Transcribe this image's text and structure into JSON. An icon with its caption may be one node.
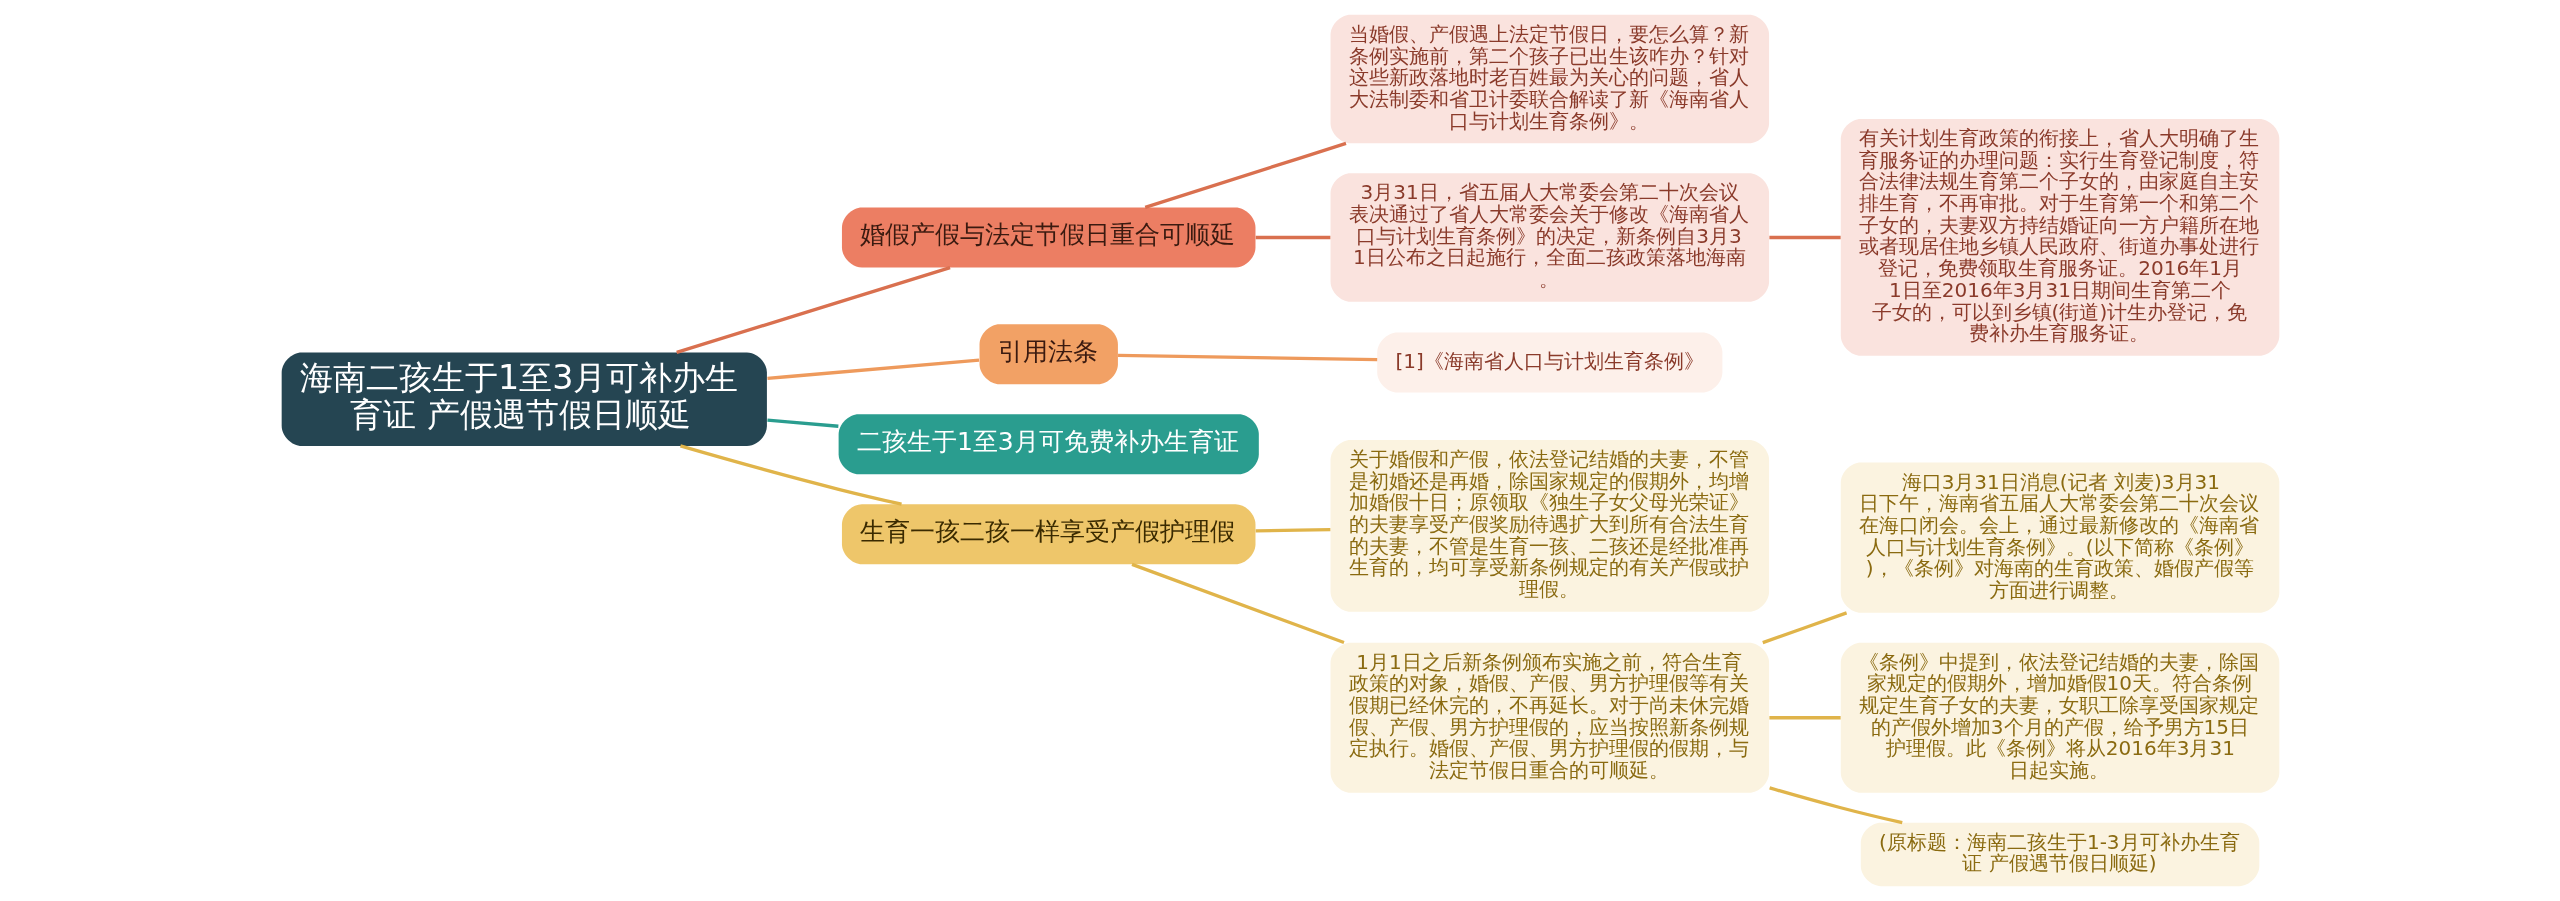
{
  "diagram": {
    "nodes": [
      {
        "text": [
          "海南二孩生于1至3月可补办生育证 产假遇节假日顺延"
        ]
      },
      {
        "text": [
          "婚假产假与法定节假日重合可顺延"
        ]
      },
      {
        "text": [
          "当婚假、产假遇上法定节假日，要怎么算？新条例实施前，第二个孩子已出生该咋办？针对这些新政落地时老百姓最为关心的问题，省人大法制委和省卫计委联合解读了新《海南省人口与计划生育条例》。"
        ]
      },
      {
        "text": [
          "3月31日，省五届人大常委会第二十次会议表决通过了省人大常委会关于修改《海南省人口与计划生育条例》的决定，新条例自3月31日公布之日起施行，全面二孩政策落地海南。"
        ]
      },
      {
        "text": [
          "有关计划生育政策的衔接上，省人大明确了生育服务证的办理问题：实行生育登记制度，符合法律法规生育第二个子女的，由家庭自主安排生育，不再审批。对于生育第一个和第二个子女的，夫妻双方持结婚证向一方户籍所在地或者现居住地乡镇人民政府、街道办事处进行登记，免费领取生育服务证。2016年1月1日至2016年3月31日期间生育第二个子女的，可以到乡镇(街道)计生办登记，免费补办生育服务证。"
        ]
      },
      {
        "text": [
          "引用法条"
        ]
      },
      {
        "text": [
          "[1]《海南省人口与计划生育条例》"
        ]
      },
      {
        "text": [
          "二孩生于1至3月可免费补办生育证"
        ]
      },
      {
        "text": [
          "生育一孩二孩一样享受产假护理假"
        ]
      },
      {
        "text": [
          "关于婚假和产假，依法登记结婚的夫妻，不管是初婚还是再婚，除国家规定的假期外，均增加婚假十日；原领取《独生子女父母光荣证》的夫妻享受产假奖励待遇扩大到所有合法生育的夫妻，不管是生育一孩、二孩还是经批准再生育的，均可享受新条例规定的有关产假或护理假。"
        ]
      },
      {
        "text": [
          "1月1日之后新条例颁布实施之前，符合生育政策的对象，婚假、产假、男方护理假等有关假期已经休完的，不再延长。对于尚未休完婚假、产假、男方护理假的，应当按照新条例规定执行。婚假、产假、男方护理假的假期，与法定节假日重合的可顺延。"
        ]
      },
      {
        "text": [
          "海口3月31日消息(记者 刘麦)3月31日下午，海南省五届人大常委会第二十次会议在海口闭会。会上，通过最新修改的《海南省人口与计划生育条例》。(以下简称《条例》)，《条例》对海南的生育政策、婚假产假等方面进行调整。"
        ]
      },
      {
        "text": [
          "《条例》中提到，依法登记结婚的夫妻，除国家规定的假期外，增加婚假10天。符合条例规定生育子女的夫妻，女职工除享受国家规定的产假外增加3个月的产假，给予男方15日护理假。此《条例》将从2016年3月31日起实施。"
        ]
      },
      {
        "text": [
          "(原标题：海南二孩生于1-3月可补办生育证 产假遇节假日顺延)"
        ]
      }
    ],
    "edges": [
      {
        "from": 0,
        "to": 1,
        "arrow": "none",
        "color": "#d9704f"
      },
      {
        "from": 1,
        "to": 2,
        "arrow": "none",
        "color": "#d9704f"
      },
      {
        "from": 1,
        "to": 3,
        "arrow": "none",
        "color": "#d9704f"
      },
      {
        "from": 3,
        "to": 4,
        "arrow": "none",
        "color": "#d9704f"
      },
      {
        "from": 0,
        "to": 5,
        "arrow": "none",
        "color": "#ee9a5c"
      },
      {
        "from": 5,
        "to": 6,
        "arrow": "none",
        "color": "#ee9a5c"
      },
      {
        "from": 0,
        "to": 7,
        "arrow": "none",
        "color": "#2a9d8f"
      },
      {
        "from": 0,
        "to": 8,
        "arrow": "none"
      },
      {
        "from": 8,
        "to": 9,
        "arrow": "none"
      },
      {
        "from": 8,
        "to": 10,
        "arrow": "none"
      },
      {
        "from": 10,
        "to": 11,
        "arrow": "none"
      },
      {
        "from": 10,
        "to": 12,
        "arrow": "none"
      },
      {
        "from": 10,
        "to": 13,
        "arrow": "none"
      }
    ]
  }
}
